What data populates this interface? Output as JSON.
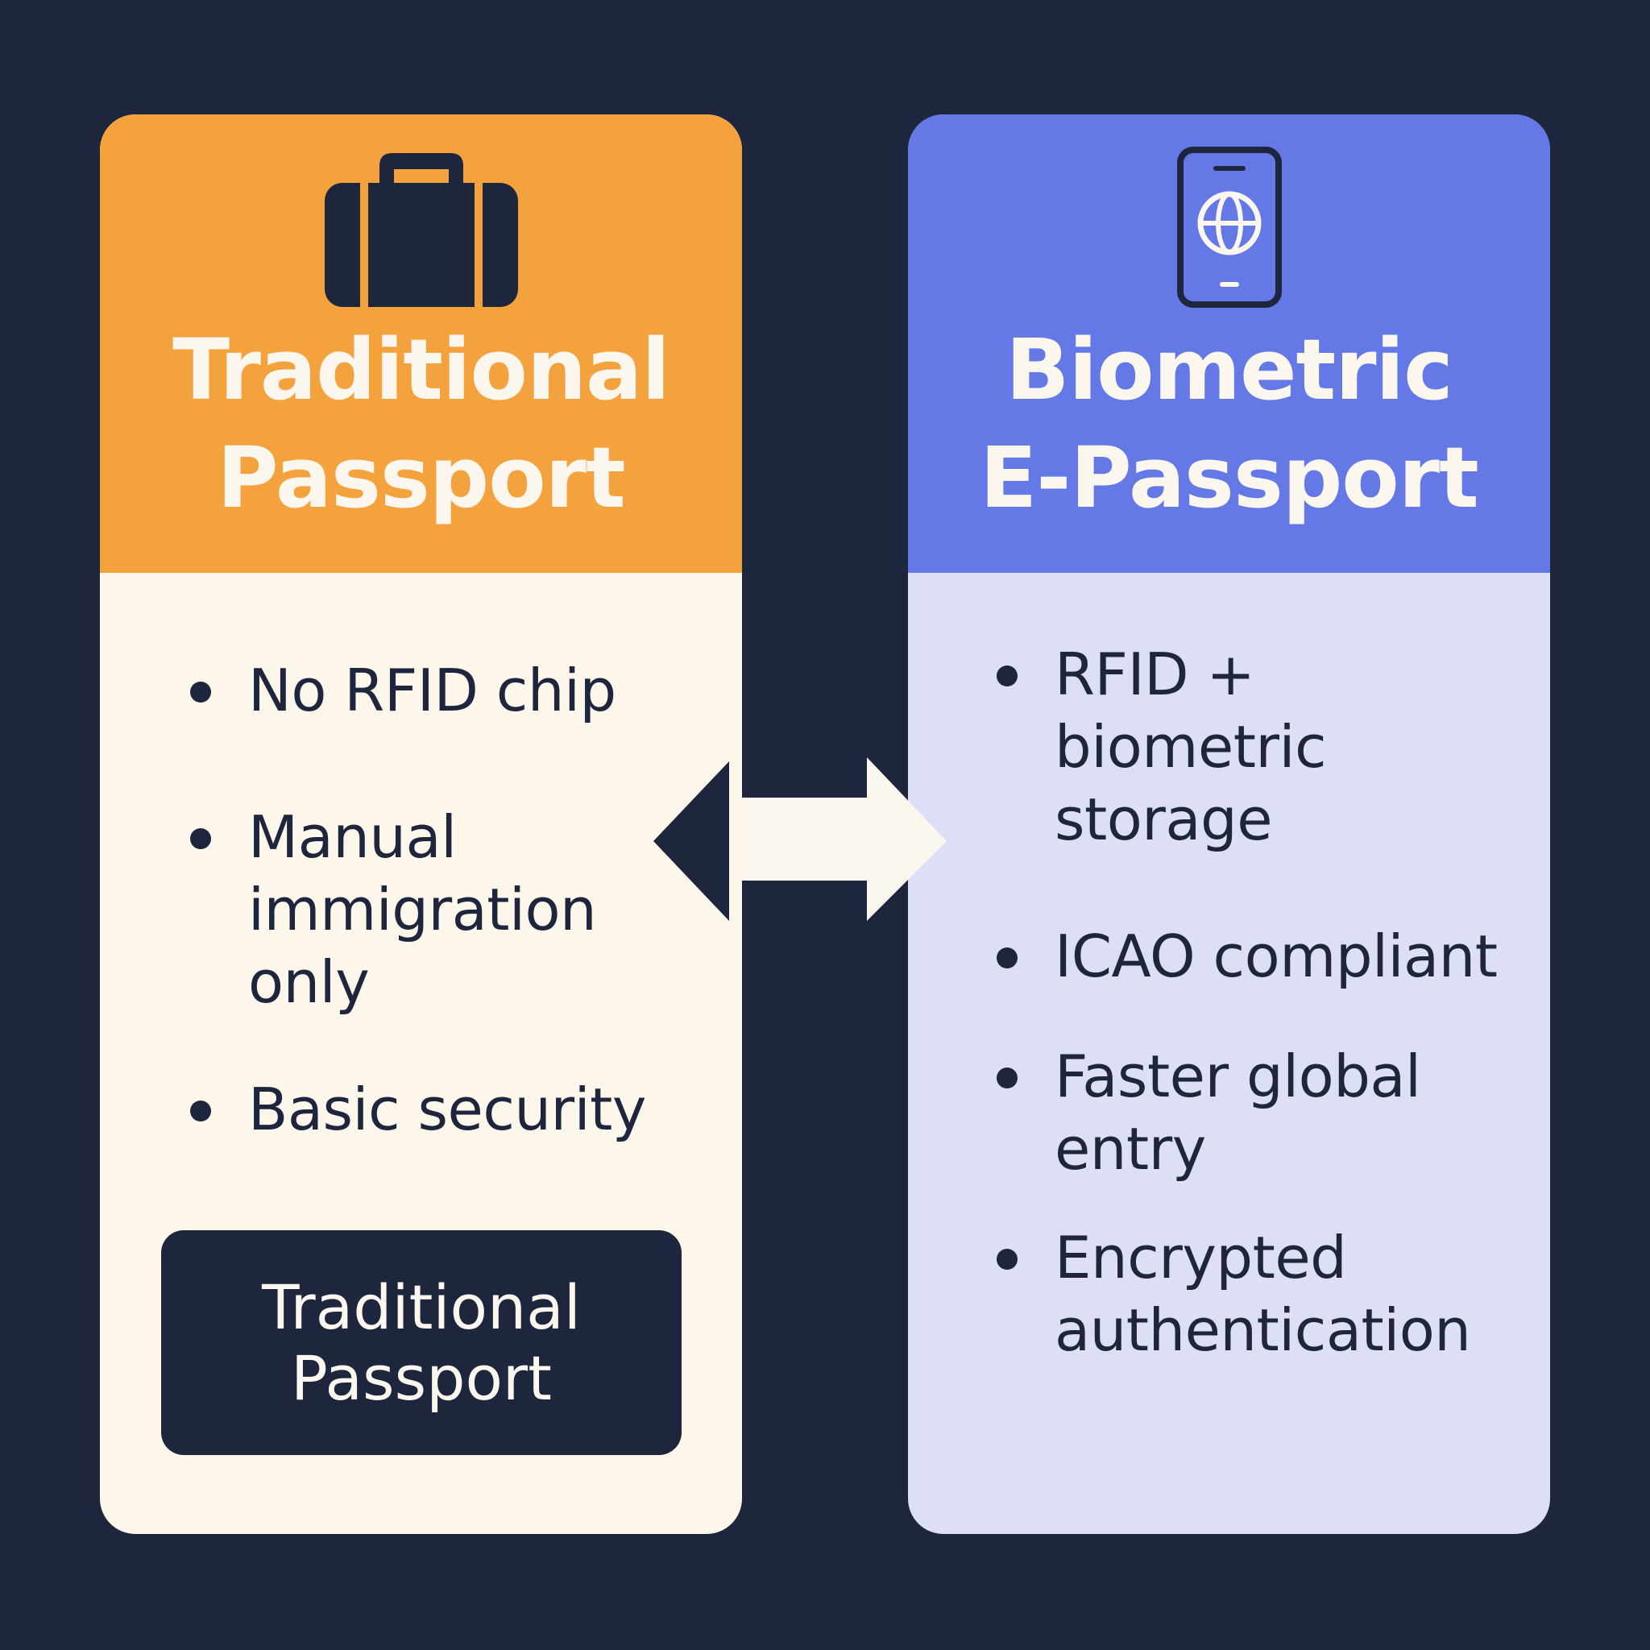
{
  "colors": {
    "background": "#1e263d",
    "traditional_header": "#f4a23e",
    "traditional_body": "#fdf6ea",
    "biometric_header": "#6479e6",
    "biometric_body": "#dcdff7",
    "dark_text": "#1e263d",
    "light_text": "#fbf6ee"
  },
  "traditional": {
    "icon": "suitcase-icon",
    "title_line1": "Traditional",
    "title_line2": "Passport",
    "bullets": [
      {
        "lines": [
          "No RFID chip"
        ]
      },
      {
        "lines": [
          "Manual",
          "immigration",
          "only"
        ]
      },
      {
        "lines": [
          "Basic security"
        ]
      }
    ],
    "footer_line1": "Traditional",
    "footer_line2": "Passport"
  },
  "biometric": {
    "icon": "phone-globe-icon",
    "title_line1": "Biometric",
    "title_line2": "E-Passport",
    "bullets": [
      {
        "lines": [
          "RFID +",
          "biometric",
          "storage"
        ]
      },
      {
        "lines": [
          "ICAO compliant"
        ]
      },
      {
        "lines": [
          "Faster global",
          "entry"
        ]
      },
      {
        "lines": [
          "Encrypted",
          "authentication"
        ]
      }
    ]
  },
  "connector": {
    "icon": "double-arrow-icon"
  }
}
